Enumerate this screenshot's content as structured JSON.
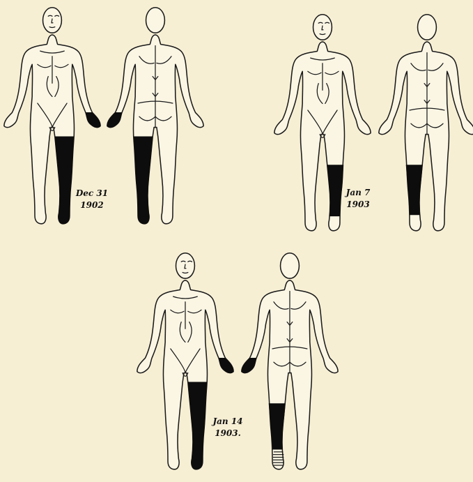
{
  "panels": [
    {
      "date_line1": "Dec 31",
      "date_line2": "1902"
    },
    {
      "date_line1": "Jan 7",
      "date_line2": "1903"
    },
    {
      "date_line1": "Jan 14",
      "date_line2": "1903."
    }
  ],
  "colors": {
    "paper": "#f7efd4",
    "ink": "#0d0d0d",
    "body_fill": "#fbf6e4"
  }
}
